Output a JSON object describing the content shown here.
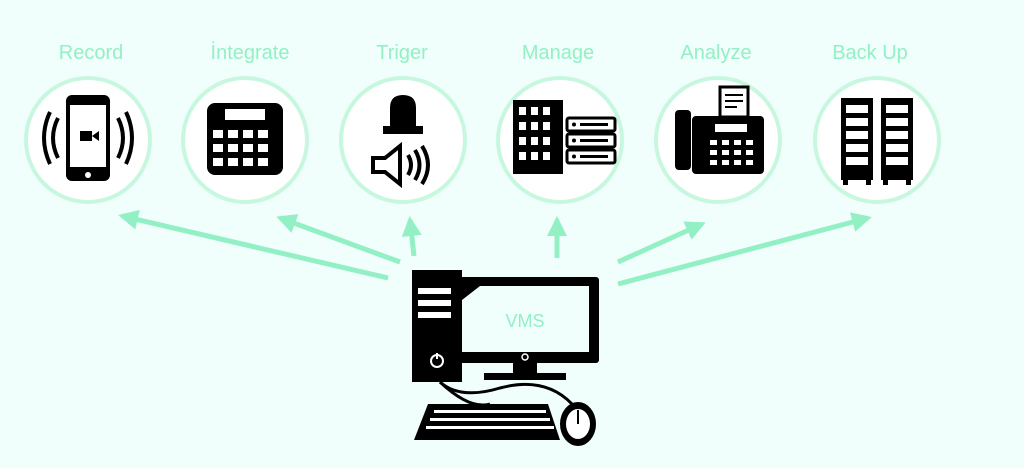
{
  "nodes": [
    {
      "label": "Record",
      "icon": "smartphone-video-icon"
    },
    {
      "label": "İntegrate",
      "icon": "alarm-keypad-icon"
    },
    {
      "label": "Triger",
      "icon": "siren-speaker-icon"
    },
    {
      "label": "Manage",
      "icon": "building-server-icon"
    },
    {
      "label": "Analyze",
      "icon": "fax-machine-icon"
    },
    {
      "label": "Back Up",
      "icon": "server-racks-icon"
    }
  ],
  "center": {
    "label": "VMS",
    "icon": "desktop-computer-icon"
  },
  "colors": {
    "background": "#f0fffb",
    "accent": "#93f0c4",
    "circle_fill": "#ffffff",
    "icon": "#000000"
  }
}
